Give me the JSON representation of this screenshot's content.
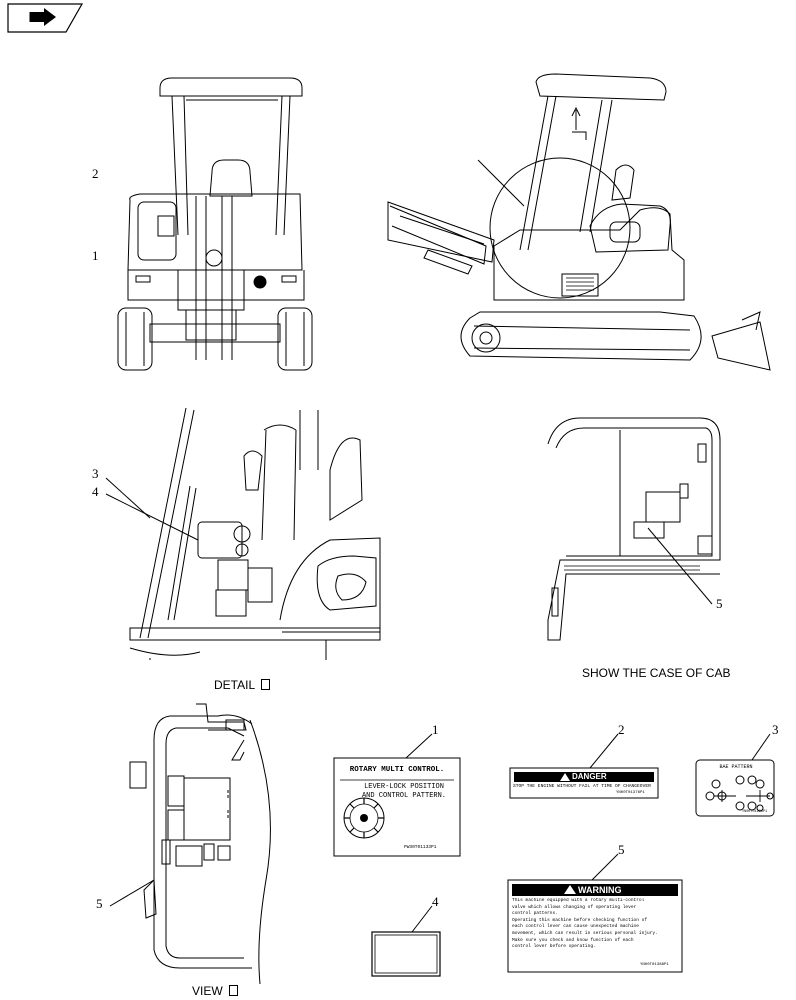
{
  "nav": {
    "icon": "arrow-right-icon"
  },
  "captions": {
    "detail": "DETAIL",
    "view": "VIEW",
    "cab": "SHOW THE CASE OF CAB"
  },
  "callouts": {
    "c1": "1",
    "c2": "2",
    "c3": "3",
    "c4": "4",
    "c5": "5"
  },
  "decals": {
    "rotary": {
      "title": "ROTARY MULTI CONTROL.",
      "line1": "LEVER-LOCK POSITION",
      "line2": "AND CONTROL PATTERN.",
      "part": "PW30T01133P1"
    },
    "danger": {
      "heading": "DANGER",
      "text": "STOP THE ENGINE WITHOUT FAIL AT TIME OF CHANGEOVER",
      "part": "YN00T01376P1"
    },
    "bae": {
      "title": "BAE PATTERN",
      "part": "YN00T01201P1"
    },
    "warning": {
      "heading": "WARNING",
      "lines": [
        "This machine equipped with a rotary multi-control",
        "valve which allows changing of operating lever",
        "control patterns.",
        "Operating this machine before checking function of",
        "each control lever can cause unexpected machine",
        "movement, which can result in serious personal injury.",
        "Make sure you check and know function of each",
        "control lever before operating."
      ],
      "part": "YN00T01388P1"
    }
  }
}
